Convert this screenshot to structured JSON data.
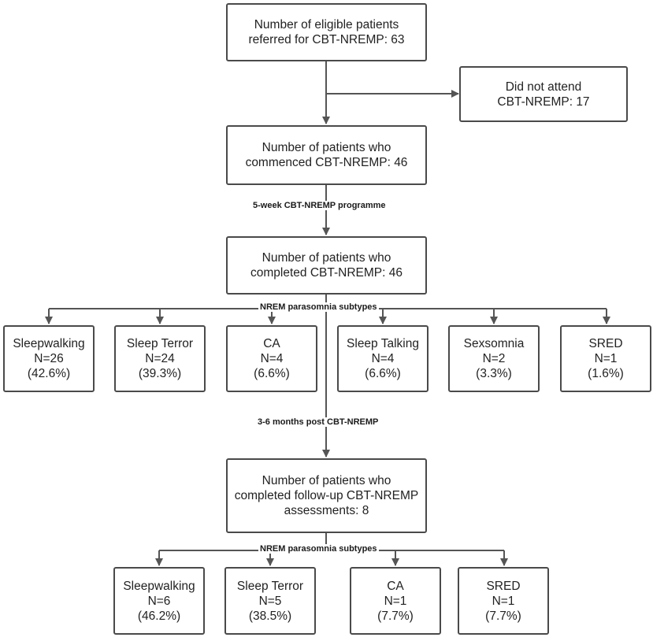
{
  "boxes": {
    "eligible": [
      "Number of eligible patients",
      "referred for CBT-NREMP: 63"
    ],
    "dna": [
      "Did not attend",
      "CBT-NREMP: 17"
    ],
    "commenced": [
      "Number of patients who",
      "commenced CBT-NREMP: 46"
    ],
    "completed": [
      "Number of patients who",
      "completed CBT-NREMP: 46"
    ],
    "followup": [
      "Number of patients who",
      "completed follow-up CBT-NREMP",
      "assessments: 8"
    ]
  },
  "labels": {
    "programme": "5-week CBT-NREMP programme",
    "subtypes_top": "NREM parasomnia subtypes",
    "post": "3-6 months post CBT-NREMP",
    "subtypes_bottom": "NREM parasomnia subtypes"
  },
  "subtypes_top": [
    {
      "name": "Sleepwalking",
      "n": "N=26",
      "pct": "(42.6%)"
    },
    {
      "name": "Sleep Terror",
      "n": "N=24",
      "pct": "(39.3%)"
    },
    {
      "name": "CA",
      "n": "N=4",
      "pct": "(6.6%)"
    },
    {
      "name": "Sleep Talking",
      "n": "N=4",
      "pct": "(6.6%)"
    },
    {
      "name": "Sexsomnia",
      "n": "N=2",
      "pct": "(3.3%)"
    },
    {
      "name": "SRED",
      "n": "N=1",
      "pct": "(1.6%)"
    }
  ],
  "subtypes_bottom": [
    {
      "name": "Sleepwalking",
      "n": "N=6",
      "pct": "(46.2%)"
    },
    {
      "name": "Sleep Terror",
      "n": "N=5",
      "pct": "(38.5%)"
    },
    {
      "name": "CA",
      "n": "N=1",
      "pct": "(7.7%)"
    },
    {
      "name": "SRED",
      "n": "N=1",
      "pct": "(7.7%)"
    }
  ],
  "colors": {
    "line": "#555555",
    "border": "#4a4a4a"
  }
}
